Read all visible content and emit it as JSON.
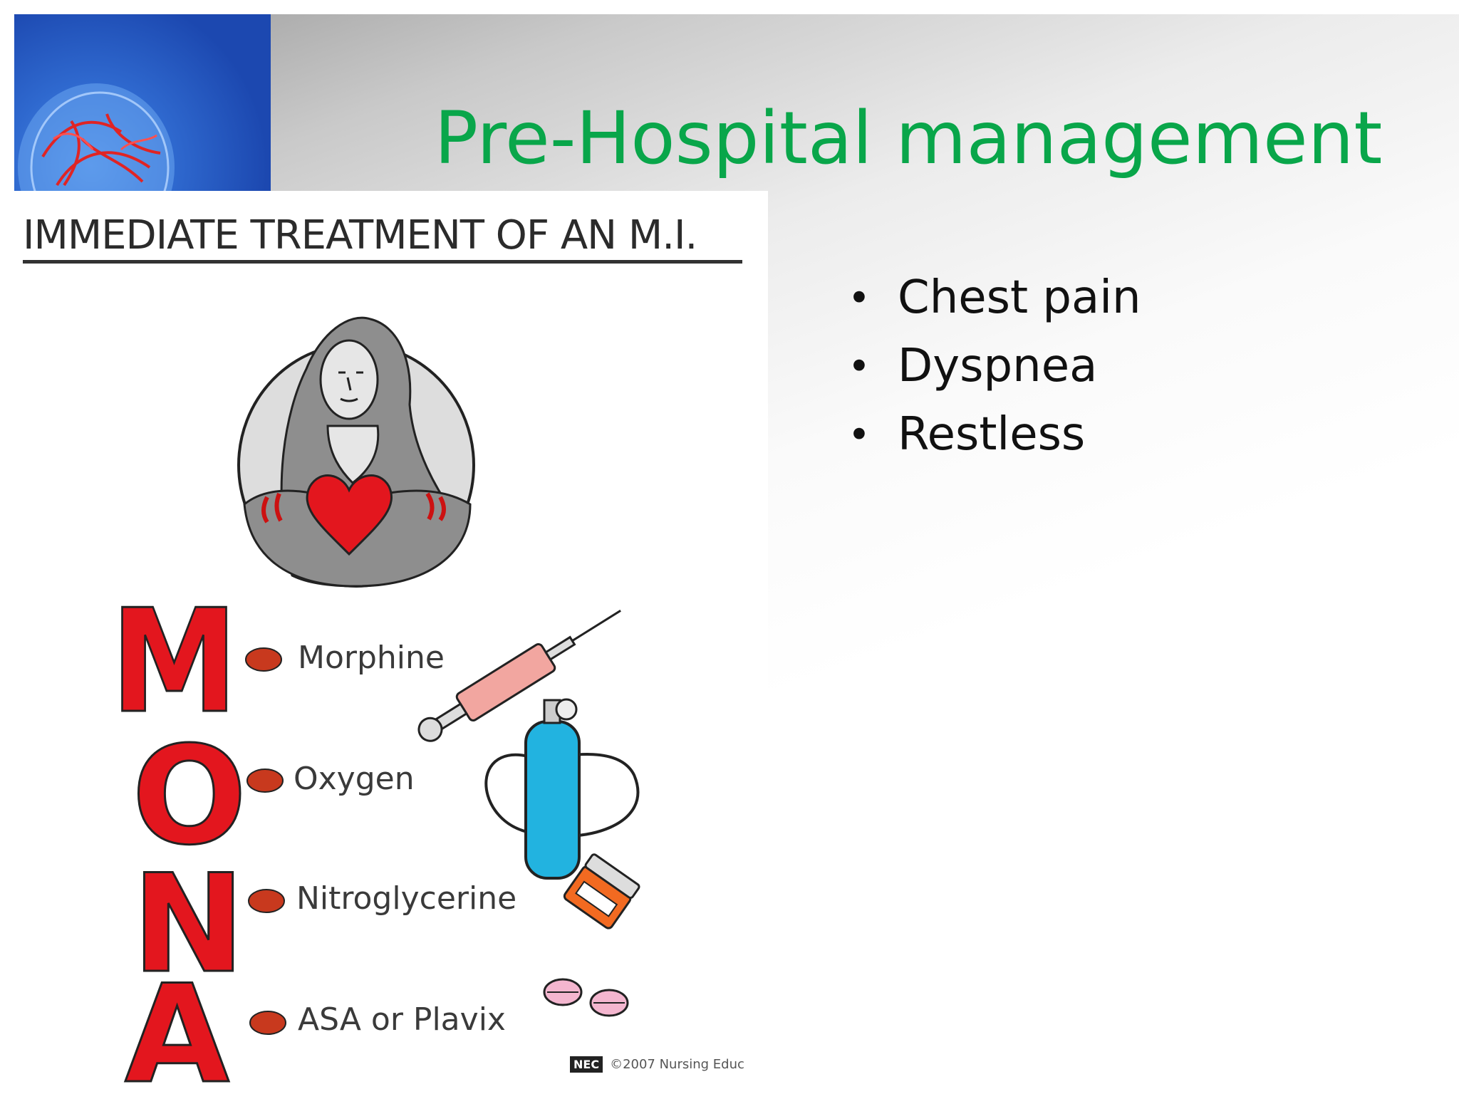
{
  "slide": {
    "title": "Pre-Hospital management",
    "bullets": [
      "Chest pain",
      "Dyspnea",
      "Restless"
    ]
  },
  "figure": {
    "header": "IMMEDIATE TREATMENT OF AN M.I.",
    "letters": [
      "M",
      "O",
      "N",
      "A"
    ],
    "drugs": [
      "Morphine",
      "Oxygen",
      "Nitroglycerine",
      "ASA or Plavix"
    ],
    "credit": "©2007 Nursing Educ",
    "credit_logo": "NEC"
  },
  "colors": {
    "title": "#09a64a",
    "mona_red": "#e3161e",
    "bullet_text": "#111111"
  },
  "icons": [
    "brain-head-icon",
    "syringe-icon",
    "oxygen-tank-icon",
    "pill-bottle-icon",
    "pills-icon",
    "heart-icon"
  ]
}
